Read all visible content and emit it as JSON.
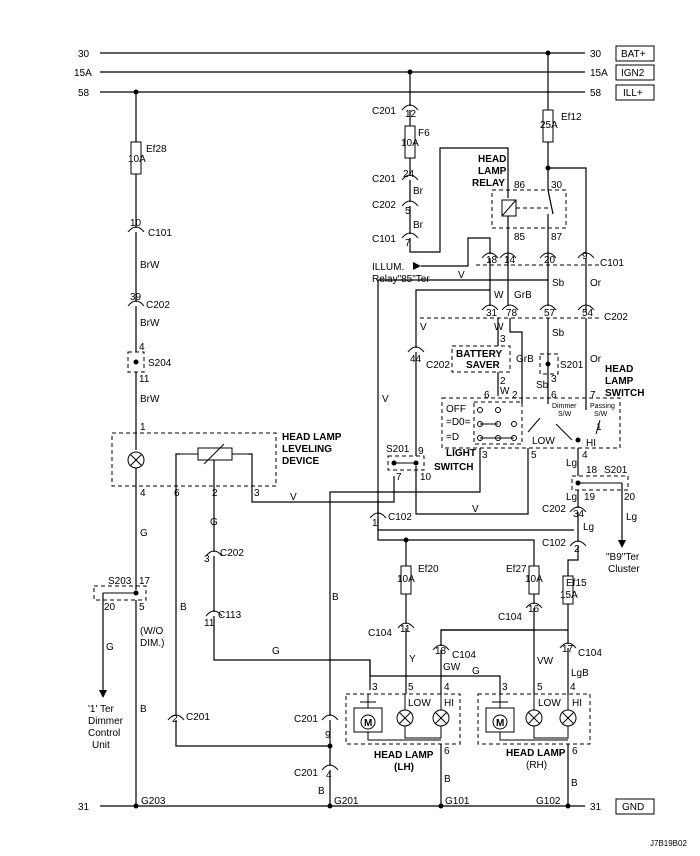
{
  "rails": {
    "left": [
      "30",
      "15A",
      "58"
    ],
    "right": [
      "30",
      "15A",
      "58"
    ],
    "boxes": [
      "BAT+",
      "IGN2",
      "ILL+"
    ],
    "ground_left": "31",
    "ground_right": "31",
    "gnd_box": "GND"
  },
  "connectors": {
    "c201_12": "12",
    "c201_12_name": "C201",
    "c201_24": "24",
    "c201_24_name": "C201",
    "c202_5": "5",
    "c202_5_name": "C202",
    "c101_7": "7",
    "c101_7_name": "C101",
    "c101_10": "10",
    "c101_10_name": "C101",
    "c202_39": "39",
    "c202_39_name": "C202",
    "c101_9": "9",
    "c101_9_name": "C101",
    "c202_54": "54",
    "c202_54_name": "C202",
    "c202_44": "44",
    "c202_44_name": "C202",
    "c102_1": "1",
    "c102_1_name": "C102",
    "c202_3": "3",
    "c202_3_name": "C202",
    "c113_11": "11",
    "c113_11_name": "C113",
    "c104_11": "11",
    "c104_11_name": "C104",
    "c104_16": "16",
    "c104_16_name": "C104",
    "c104_18": "18",
    "c104_18_name": "C104",
    "c104_17": "17",
    "c104_17_name": "C104",
    "c202_34": "34",
    "c202_34_name": "C202",
    "c102_2": "2",
    "c102_2_name": "C102",
    "c201_2": "2",
    "c201_2_name": "C201",
    "c201_9": "9",
    "c201_9_name": "C201",
    "c201_4": "4",
    "c201_4_name": "C201"
  },
  "fuses": {
    "ef28": "Ef28",
    "ef28_rating": "10A",
    "f6": "F6",
    "f6_rating": "10A",
    "ef12": "Ef12",
    "ef12_rating": "25A",
    "ef20": "Ef20",
    "ef20_rating": "10A",
    "ef27": "Ef27",
    "ef27_rating": "10A",
    "ef15": "Ef15",
    "ef15_rating": "15A"
  },
  "wires": {
    "brw1": "BrW",
    "brw2": "BrW",
    "brw3": "BrW",
    "br1": "Br",
    "br2": "Br",
    "v1": "V",
    "v2": "V",
    "v3": "V",
    "v4": "V",
    "v5": "V",
    "w1": "W",
    "w2": "W",
    "w3": "W",
    "grb1": "GrB",
    "grb2": "GrB",
    "sb1": "Sb",
    "sb2": "Sb",
    "sb3": "Sb",
    "or1": "Or",
    "or2": "Or",
    "g1": "G",
    "g2": "G",
    "g3": "G",
    "g4": "G",
    "g5": "G",
    "gw": "GW",
    "y": "Y",
    "vw": "VW",
    "lgb": "LgB",
    "lg1": "Lg",
    "lg2": "Lg",
    "lg3": "Lg",
    "lg4": "Lg",
    "b1": "B",
    "b2": "B",
    "b3": "B",
    "b4": "B",
    "b5": "B",
    "b6": "B",
    "b7": "B"
  },
  "relay": {
    "title_line1": "HEAD",
    "title_line2": "LAMP",
    "title_line3": "RELAY",
    "pin86": "86",
    "pin30": "30",
    "pin85": "85",
    "pin87": "87",
    "illum_line1": "ILLUM.",
    "illum_line2": "Relay\"85\"Ter"
  },
  "switch": {
    "title_line1": "HEAD",
    "title_line2": "LAMP",
    "title_line3": "SWITCH",
    "pins_top": [
      "18",
      "14",
      "20",
      "31",
      "78",
      "57",
      "54"
    ],
    "battery_saver_line1": "BATTERY",
    "battery_saver_line2": "SAVER",
    "light_switch_line1": "LIGHT",
    "light_switch_line2": "SWITCH",
    "off_label": "OFF",
    "dimmer_line1": "Dimmer",
    "dimmer_line2": "S/W",
    "passing_line1": "Passing",
    "passing_line2": "S/W",
    "low": "LOW",
    "hi": "HI",
    "pins": [
      "3",
      "2",
      "6",
      "2",
      "3",
      "6",
      "7",
      "1",
      "3",
      "5",
      "4",
      "1"
    ]
  },
  "splices": {
    "s204": "S204",
    "s204_top": "4",
    "s204_bottom": "11",
    "s201a": "S201",
    "s201b": "S201",
    "s201b_9": "9",
    "s201b_7": "7",
    "s201b_10": "10",
    "s201c": "S201",
    "s201c_18": "18",
    "s201c_19": "19",
    "s201c_20": "20",
    "s203": "S203",
    "s203_17": "17",
    "s203_20": "20",
    "s203_5": "5"
  },
  "leveling": {
    "title_line1": "HEAD LAMP",
    "title_line2": "LEVELING",
    "title_line3": "DEVICE",
    "pin1": "1",
    "pin4": "4",
    "pin6": "6",
    "pin2": "2",
    "pin3": "3"
  },
  "lamp_lh": {
    "title_line1": "HEAD LAMP",
    "title_line2": "(LH)",
    "pin3": "3",
    "pin5": "5",
    "pin4": "4",
    "pin6": "6",
    "motor": "M",
    "low": "LOW",
    "hi": "HI"
  },
  "lamp_rh": {
    "title_line1": "HEAD LAMP",
    "title_line2": "(RH)",
    "pin3": "3",
    "pin5": "5",
    "pin4": "4",
    "pin6": "6",
    "motor": "M",
    "low": "LOW",
    "hi": "HI"
  },
  "misc": {
    "wo_dim_line1": "(W/O",
    "wo_dim_line2": "DIM.)",
    "ter1_line1": "'1' Ter",
    "ter1_line2": "Dimmer",
    "ter1_line3": "Control",
    "ter1_line4": "Unit",
    "b9_line1": "\"B9\"Ter",
    "b9_line2": "Cluster",
    "grounds": [
      "G203",
      "G201",
      "G101",
      "G102"
    ],
    "code": "J7B19B02"
  }
}
